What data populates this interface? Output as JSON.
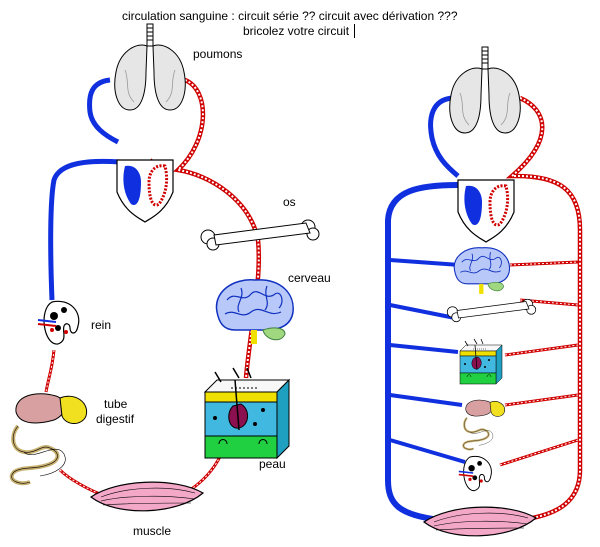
{
  "title": {
    "line1": "circulation sanguine : circuit série ?? circuit avec dérivation ???",
    "line2": "bricolez votre circuit"
  },
  "left_circuit": {
    "labels": {
      "lungs": "poumons",
      "bone": "os",
      "brain": "cerveau",
      "kidney": "rein",
      "gut_line1": "tube",
      "gut_line2": "digestif",
      "skin": "peau",
      "muscle": "muscle"
    }
  },
  "colors": {
    "oxygen_poor": "#1030e0",
    "oxygen_rich": "#d00000",
    "lung_fill": "#e8e8e8",
    "muscle_fill": "#f4a8c8",
    "brain_fill": "#b8c8f8",
    "liver_fill": "#d8a0a0",
    "stomach_fill": "#f0e020",
    "skin_top": "#f0e000",
    "skin_mid": "#40b0e0",
    "skin_base": "#20d040"
  },
  "icons": [
    "lungs-icon",
    "heart-icon",
    "bone-icon",
    "brain-icon",
    "kidney-icon",
    "digestive-tract-icon",
    "skin-icon",
    "muscle-icon"
  ]
}
